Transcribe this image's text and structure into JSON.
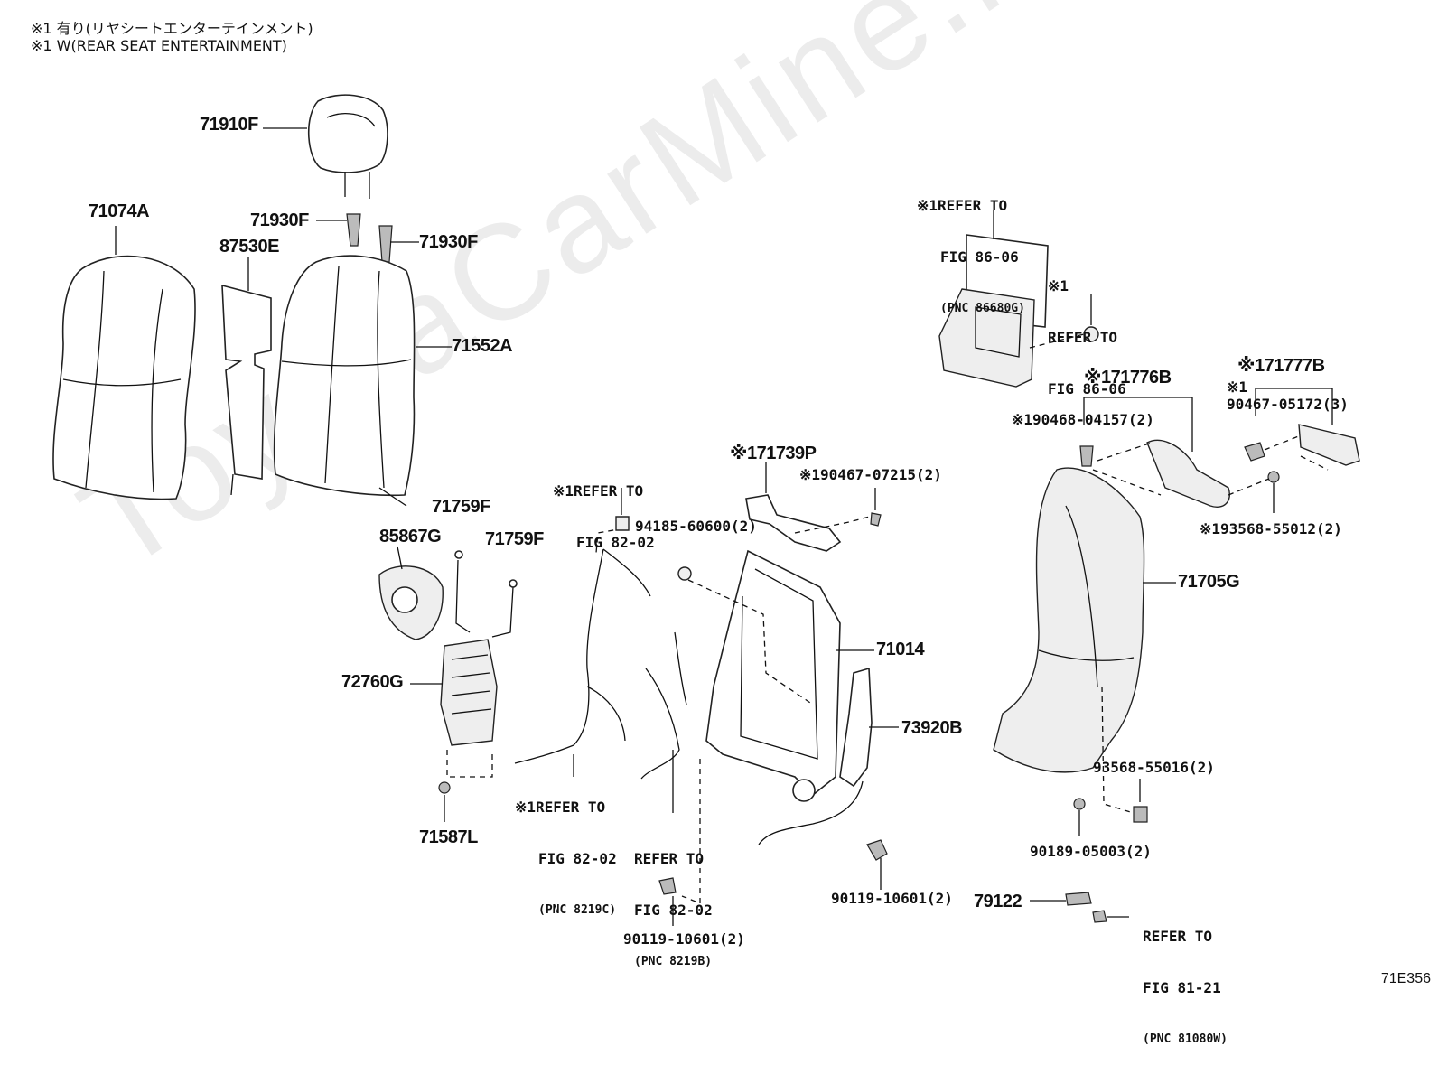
{
  "watermark": "ToyotaCarMine.ru",
  "notes": [
    "※1 有り(リヤシートエンターテインメント)",
    "※1 W(REAR SEAT ENTERTAINMENT)"
  ],
  "figure_code": "71E356",
  "parts": {
    "p71910F": "71910F",
    "p71074A": "71074A",
    "p71930F_a": "71930F",
    "p71930F_b": "71930F",
    "p87530E": "87530E",
    "p71552A": "71552A",
    "p71759F_a": "71759F",
    "p85867G": "85867G",
    "p71759F_b": "71759F",
    "p72760G": "72760G",
    "p71587L": "71587L",
    "p71739P": "※171739P",
    "p71014": "71014",
    "p73920B": "73920B",
    "p71776B": "※171776B",
    "p71777B": "※171777B",
    "p71705G": "71705G",
    "p79122": "79122"
  },
  "part_numbers": {
    "n90467_07215": "※190467-07215(2)",
    "n94185_60600": "94185-60600(2)",
    "n90468_04157": "※190468-04157(2)",
    "n90467_05172": "90467-05172(3)",
    "n90467_05172_mark": "※1",
    "n93568_55012": "※193568-55012(2)",
    "n93568_55016": "93568-55016(2)",
    "n90189_05003": "90189-05003(2)",
    "n90119_10601_a": "90119-10601(2)",
    "n90119_10601_b": "90119-10601(2)"
  },
  "references": {
    "r86_06_pnc": {
      "line1": "※1REFER TO",
      "line2": "FIG 86-06",
      "line3": "(PNC 86680G)"
    },
    "r86_06": {
      "line1": "※1",
      "line2": "REFER TO",
      "line3": "FIG 86-06"
    },
    "r82_02_top": {
      "line1": "※1REFER TO",
      "line2": "FIG 82-02"
    },
    "r82_02_c": {
      "line1": "※1REFER TO",
      "line2": "FIG 82-02",
      "line3": "(PNC 8219C)"
    },
    "r82_02_b": {
      "line1": "REFER TO",
      "line2": "FIG 82-02",
      "line3": "(PNC 8219B)"
    },
    "r81_21": {
      "line1": "REFER TO",
      "line2": "FIG 81-21",
      "line3": "(PNC 81080W)"
    }
  }
}
